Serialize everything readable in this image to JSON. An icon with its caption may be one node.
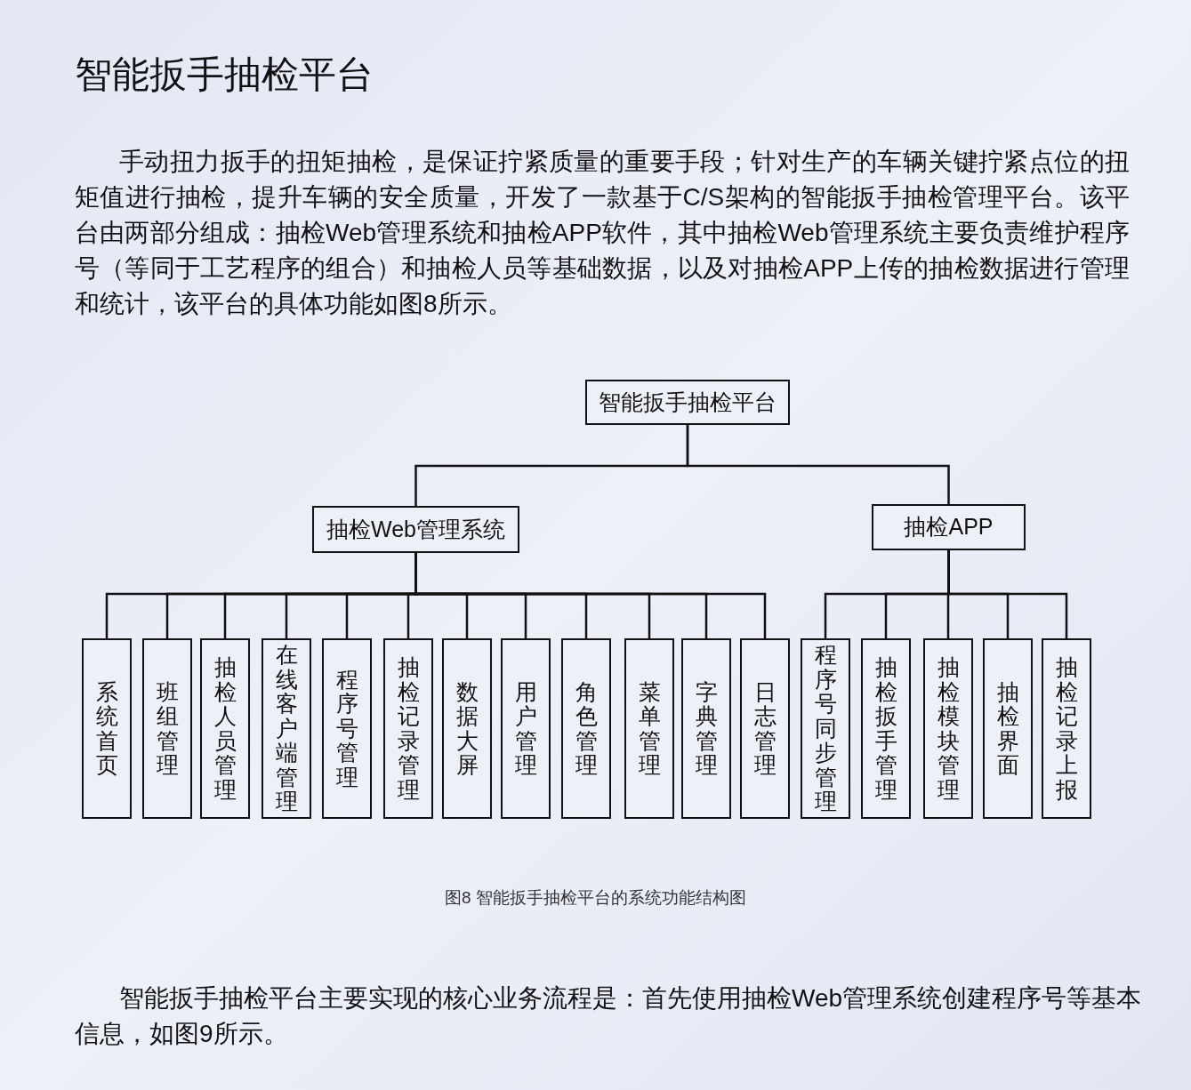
{
  "diagram": {
    "title": "智能扳手抽检平台",
    "caption": "图8 智能扳手抽检平台的系统功能结构图",
    "nodes": [
      {
        "text": [
          "智能扳手抽检平台"
        ]
      },
      {
        "text": [
          "抽检Web管理系统"
        ]
      },
      {
        "text": [
          "抽检APP"
        ]
      },
      {
        "text": [
          "系统首页"
        ]
      },
      {
        "text": [
          "班组管理"
        ]
      },
      {
        "text": [
          "抽检人员管理"
        ]
      },
      {
        "text": [
          "在线客户端管理"
        ]
      },
      {
        "text": [
          "程序号管理"
        ]
      },
      {
        "text": [
          "抽检记录管理"
        ]
      },
      {
        "text": [
          "数据大屏"
        ]
      },
      {
        "text": [
          "用户管理"
        ]
      },
      {
        "text": [
          "角色管理"
        ]
      },
      {
        "text": [
          "菜单管理"
        ]
      },
      {
        "text": [
          "字典管理"
        ]
      },
      {
        "text": [
          "日志管理"
        ]
      },
      {
        "text": [
          "程序号同步管理"
        ]
      },
      {
        "text": [
          "抽检扳手管理"
        ]
      },
      {
        "text": [
          "抽检模块管理"
        ]
      },
      {
        "text": [
          "抽检界面"
        ]
      },
      {
        "text": [
          "抽检记录上报"
        ]
      }
    ],
    "edges": [
      {
        "from": 0,
        "to": 1,
        "arrow": "none"
      },
      {
        "from": 0,
        "to": 2,
        "arrow": "none"
      },
      {
        "from": 1,
        "to": 3,
        "arrow": "none"
      },
      {
        "from": 1,
        "to": 4,
        "arrow": "none"
      },
      {
        "from": 1,
        "to": 5,
        "arrow": "none"
      },
      {
        "from": 1,
        "to": 6,
        "arrow": "none"
      },
      {
        "from": 1,
        "to": 7,
        "arrow": "none"
      },
      {
        "from": 1,
        "to": 8,
        "arrow": "none"
      },
      {
        "from": 1,
        "to": 9,
        "arrow": "none"
      },
      {
        "from": 1,
        "to": 10,
        "arrow": "none"
      },
      {
        "from": 1,
        "to": 11,
        "arrow": "none"
      },
      {
        "from": 1,
        "to": 12,
        "arrow": "none"
      },
      {
        "from": 1,
        "to": 13,
        "arrow": "none"
      },
      {
        "from": 1,
        "to": 14,
        "arrow": "none"
      },
      {
        "from": 2,
        "to": 15,
        "arrow": "none"
      },
      {
        "from": 2,
        "to": 16,
        "arrow": "none"
      },
      {
        "from": 2,
        "to": 17,
        "arrow": "none"
      },
      {
        "from": 2,
        "to": 18,
        "arrow": "none"
      },
      {
        "from": 2,
        "to": 19,
        "arrow": "none"
      }
    ],
    "labels": [
      "手动扭力扳手的扭矩抽检，是保证拧紧质量的重要手段；针对生产的车辆关键拧紧点位的扭矩值进行抽检，提升车辆的安全质量，开发了一款基于C/S架构的智能扳手抽检管理平台。该平台由两部分组成：抽检Web管理系统和抽检APP软件，其中抽检Web管理系统主要负责维护程序号（等同于工艺程序的组合）和抽检人员等基础数据，以及对抽检APP上传的抽检数据进行管理和统计，该平台的具体功能如图8所示。",
      "智能扳手抽检平台主要实现的核心业务流程是：首先使用抽检Web管理系统创建程序号等基本信息，如图9所示。"
    ]
  }
}
